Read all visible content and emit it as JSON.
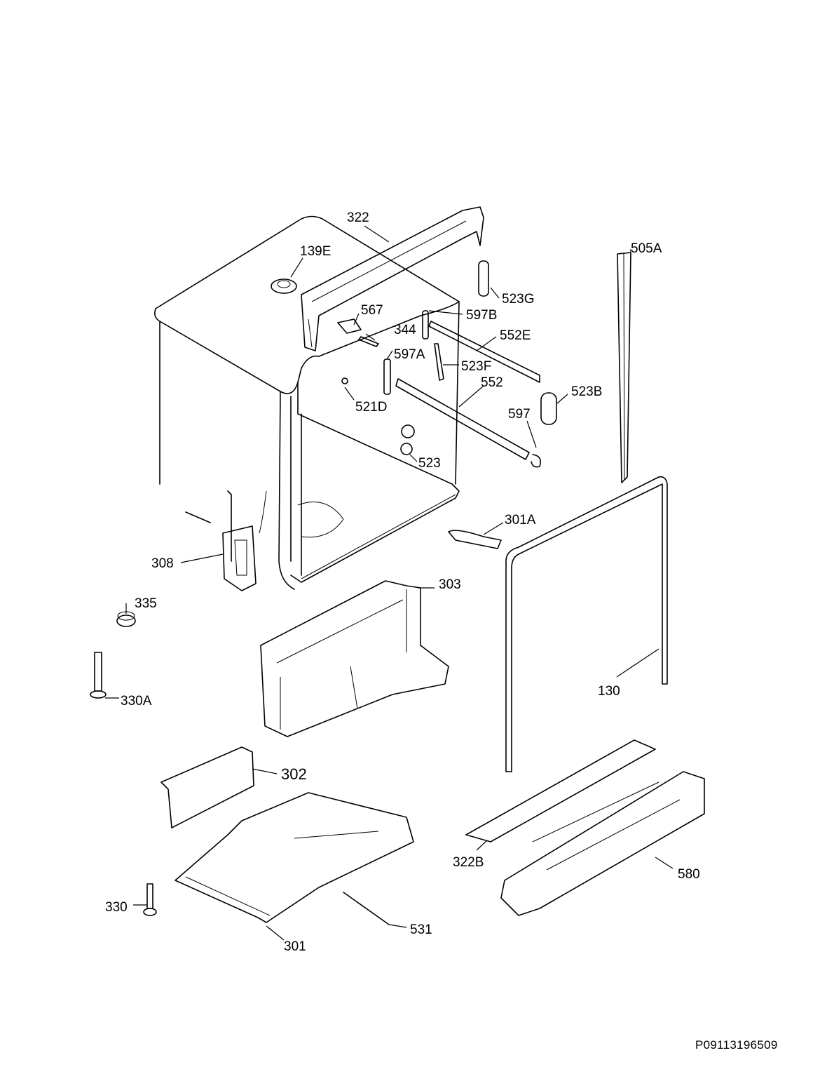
{
  "labels": {
    "l322": "322",
    "l139E": "139E",
    "l505A": "505A",
    "l523G": "523G",
    "l567": "567",
    "l597B": "597B",
    "l344": "344",
    "l552E": "552E",
    "l597A": "597A",
    "l523F": "523F",
    "l552": "552",
    "l523B": "523B",
    "l521D": "521D",
    "l597": "597",
    "l523": "523",
    "l301A": "301A",
    "l308": "308",
    "l303": "303",
    "l335": "335",
    "l130": "130",
    "l330A": "330A",
    "l302": "302",
    "l322B": "322B",
    "l580": "580",
    "l330": "330",
    "l531": "531",
    "l301": "301"
  },
  "footer": {
    "drawing_code": "P09113196509"
  }
}
